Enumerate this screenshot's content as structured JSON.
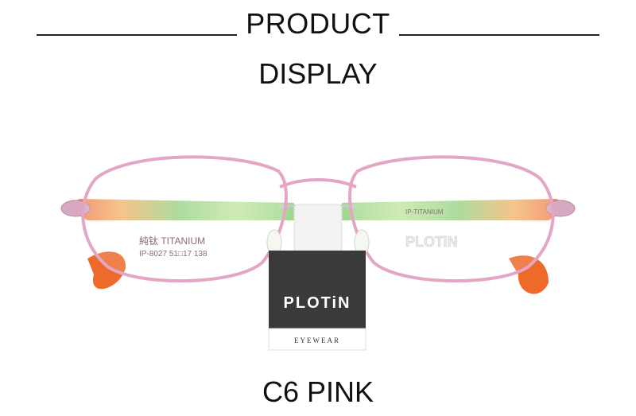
{
  "header": {
    "line1": "PRODUCT",
    "line2": "DISPLAY"
  },
  "product": {
    "temple_print_left_1": "純钛 TITANIUM",
    "temple_print_left_2": "IP-8027 51□17 138",
    "temple_print_right": "IP-TITANIUM",
    "temple_logo": "PLOTiN",
    "tag_brand": "PLOTiN",
    "tag_subtitle": "EYEWEAR",
    "frame_color": "#e3a6c4",
    "temple_colors": [
      "#7fc86a",
      "#f2a24a",
      "#e84a1f"
    ]
  },
  "caption": {
    "label": "C6 PINK"
  }
}
